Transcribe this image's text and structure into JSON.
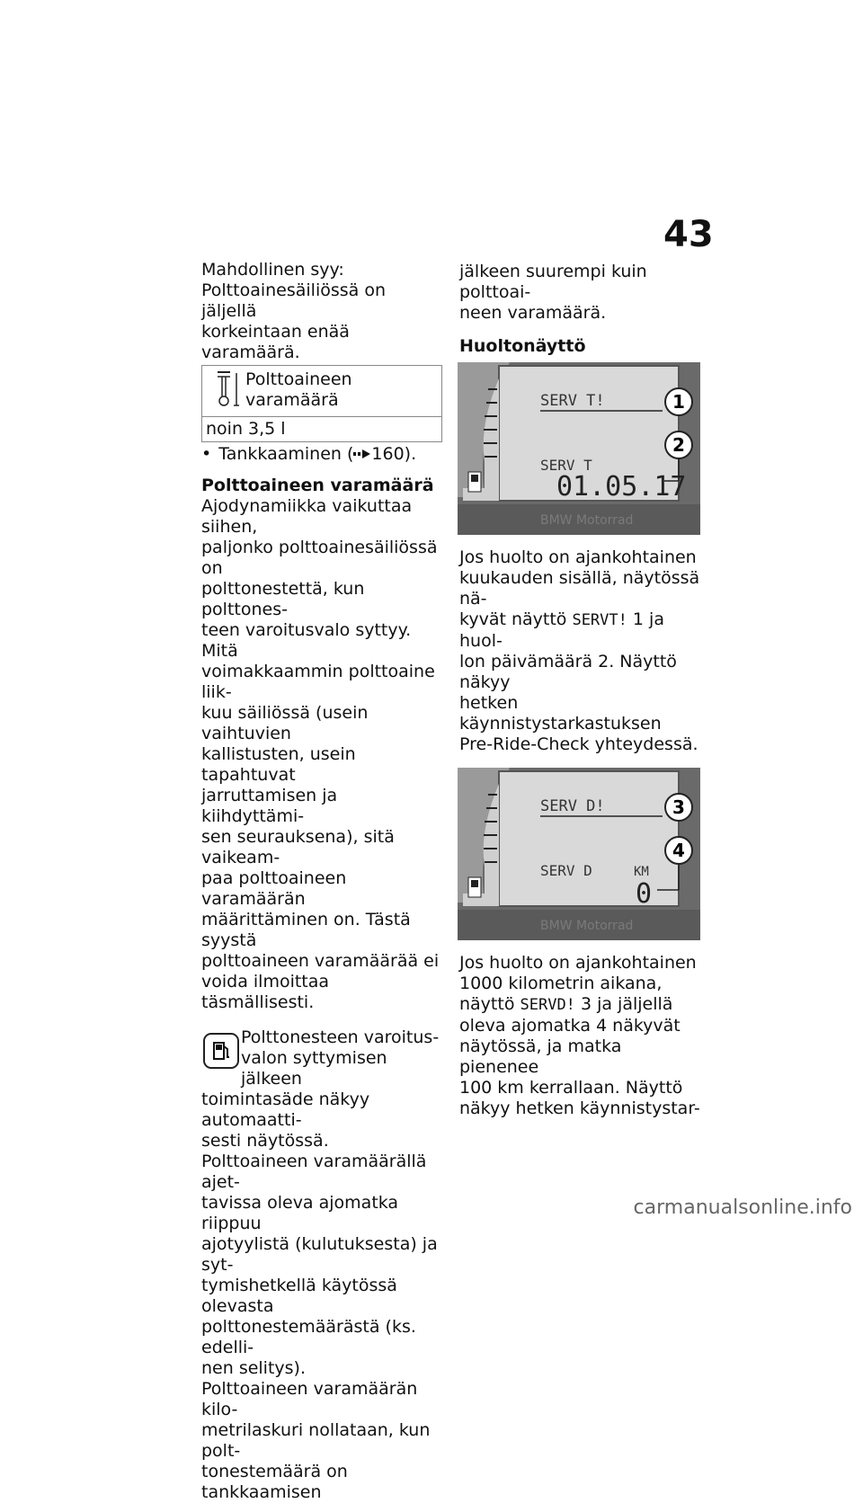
{
  "page_number": "43",
  "left": {
    "cause_lines": [
      "Mahdollinen syy:",
      "Polttoainesäiliössä on jäljellä",
      "korkeintaan enää varamäärä."
    ],
    "spec_label": "Polttoaineen varamäärä",
    "spec_value": "noin 3,5 l",
    "bullet": "Tankkaaminen (",
    "bullet_ref": "160).",
    "heading": "Polttoaineen varamäärä",
    "para1": [
      "Ajodynamiikka vaikuttaa siihen,",
      "paljonko polttoainesäiliössä on",
      "polttonestettä, kun polttones-",
      "teen varoitusvalo syttyy. Mitä",
      "voimakkaammin polttoaine liik-",
      "kuu säiliössä (usein vaihtuvien",
      "kallistusten, usein tapahtuvat",
      "jarruttamisen ja kiihdyttämi-",
      "sen seurauksena), sitä vaikeam-",
      "paa polttoaineen varamäärän",
      "määrittäminen on. Tästä syystä",
      "polttoaineen varamäärää ei",
      "voida ilmoittaa täsmällisesti."
    ],
    "note_lines": [
      "Polttonesteen varoitus-",
      "valon syttymisen jälkeen"
    ],
    "note_rest": [
      "toimintasäde näkyy automaatti-",
      "sesti näytössä."
    ],
    "para2": [
      "Polttoaineen varamäärällä ajet-",
      "tavissa oleva ajomatka riippuu",
      "ajotyylistä (kulutuksesta) ja syt-",
      "tymishetkellä käytössä olevasta",
      "polttonestemäärästä (ks. edelli-",
      "nen selitys)."
    ],
    "para3": [
      "Polttoaineen varamäärän kilo-",
      "metrilaskuri nollataan, kun polt-",
      "tonestemäärä on tankkaamisen"
    ]
  },
  "right": {
    "cont": [
      "jälkeen suurempi kuin polttoai-",
      "neen varamäärä."
    ],
    "heading": "Huoltonäyttö",
    "fig1": {
      "top": "SERV T!",
      "mid": "SERV T",
      "date": "01.05.17",
      "callouts": [
        "1",
        "2"
      ],
      "brand": "BMW Motorrad"
    },
    "text1": [
      "Jos huolto on ajankohtainen",
      "kuukauden sisällä, näytössä nä-"
    ],
    "text1_l3a": "kyvät näyttö ",
    "text1_code": "SERVT!",
    "text1_l3b": " 1 ja huol-",
    "text1_rest": [
      "lon päivämäärä 2. Näyttö näkyy",
      "hetken käynnistystarkastuksen",
      "Pre-Ride-Check yhteydessä."
    ],
    "fig2": {
      "top": "SERV D!",
      "mid": "SERV D",
      "unit": "KM",
      "value": "0",
      "callouts": [
        "3",
        "4"
      ],
      "brand": "BMW Motorrad"
    },
    "text2": [
      "Jos huolto on ajankohtainen",
      "1000 kilometrin aikana,"
    ],
    "text2_l3a": "näyttö ",
    "text2_code": "SERVD!",
    "text2_l3b": " 3 ja jäljellä",
    "text2_rest": [
      "oleva ajomatka 4 näkyvät",
      "näytössä, ja matka pienenee",
      "100 km kerrallaan. Näyttö",
      "näkyy hetken käynnistystar-"
    ]
  },
  "footer": "carmanualsonline.info",
  "colors": {
    "lcd": "#d9d9d9",
    "bezel": "#6a6a6a",
    "callout_border": "#222"
  }
}
